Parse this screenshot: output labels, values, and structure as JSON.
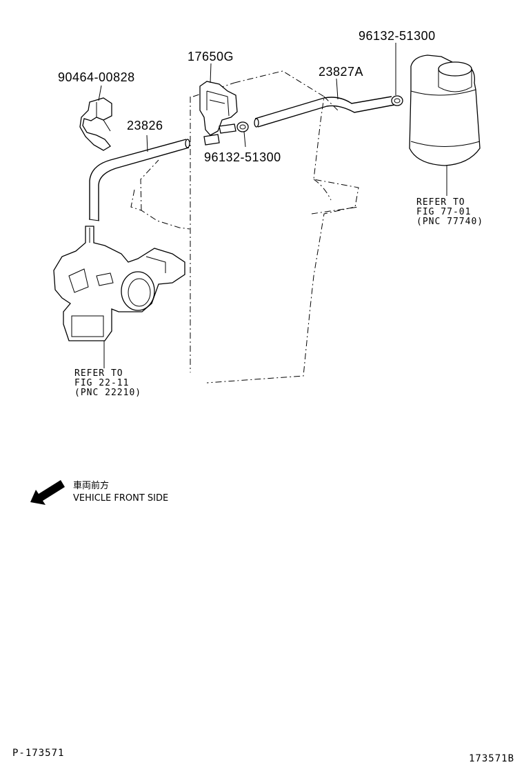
{
  "parts": {
    "grommet": "90464-00828",
    "hose_a": "23826",
    "vsv": "17650G",
    "clamp_upper": "96132-51300",
    "hose_b": "23827A",
    "clamp_lower": "96132-51300"
  },
  "refs": {
    "canister": {
      "line1": "REFER TO",
      "line2": "FIG 77-01",
      "line3": "(PNC 77740)"
    },
    "throttle": {
      "line1": "REFER TO",
      "line2": "FIG 22-11",
      "line3": "(PNC 22210)"
    }
  },
  "direction": {
    "japanese": "車両前方",
    "english": "VEHICLE FRONT SIDE",
    "icon": "arrow-down-left-icon"
  },
  "footer": {
    "left": "P-173571",
    "right": "173571B"
  }
}
